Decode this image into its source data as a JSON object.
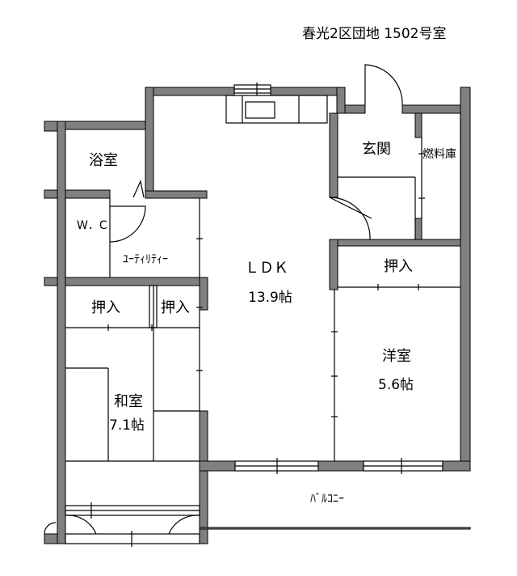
{
  "title": "春光2区団地  1502号室",
  "rooms": {
    "ldk": {
      "name": "ＬＤＫ",
      "size": "13.9帖"
    },
    "bath": {
      "name": "浴室"
    },
    "wc": {
      "name": "W．C"
    },
    "utility": {
      "name": "ﾕｰﾃｨﾘﾃｨｰ"
    },
    "entrance": {
      "name": "玄関"
    },
    "fuel_storage": {
      "name": "燃料庫"
    },
    "closet_right": {
      "name": "押入"
    },
    "closet_left_1": {
      "name": "押入"
    },
    "closet_left_2": {
      "name": "押入"
    },
    "western_room": {
      "name": "洋室",
      "size": "5.6帖"
    },
    "japanese_room": {
      "name": "和室",
      "size": "7.1帖"
    },
    "balcony": {
      "name": "ﾊﾞﾙｺﾆｰ"
    }
  },
  "colors": {
    "wall": "#808080",
    "wall_edge": "#000000",
    "line": "#000000"
  }
}
